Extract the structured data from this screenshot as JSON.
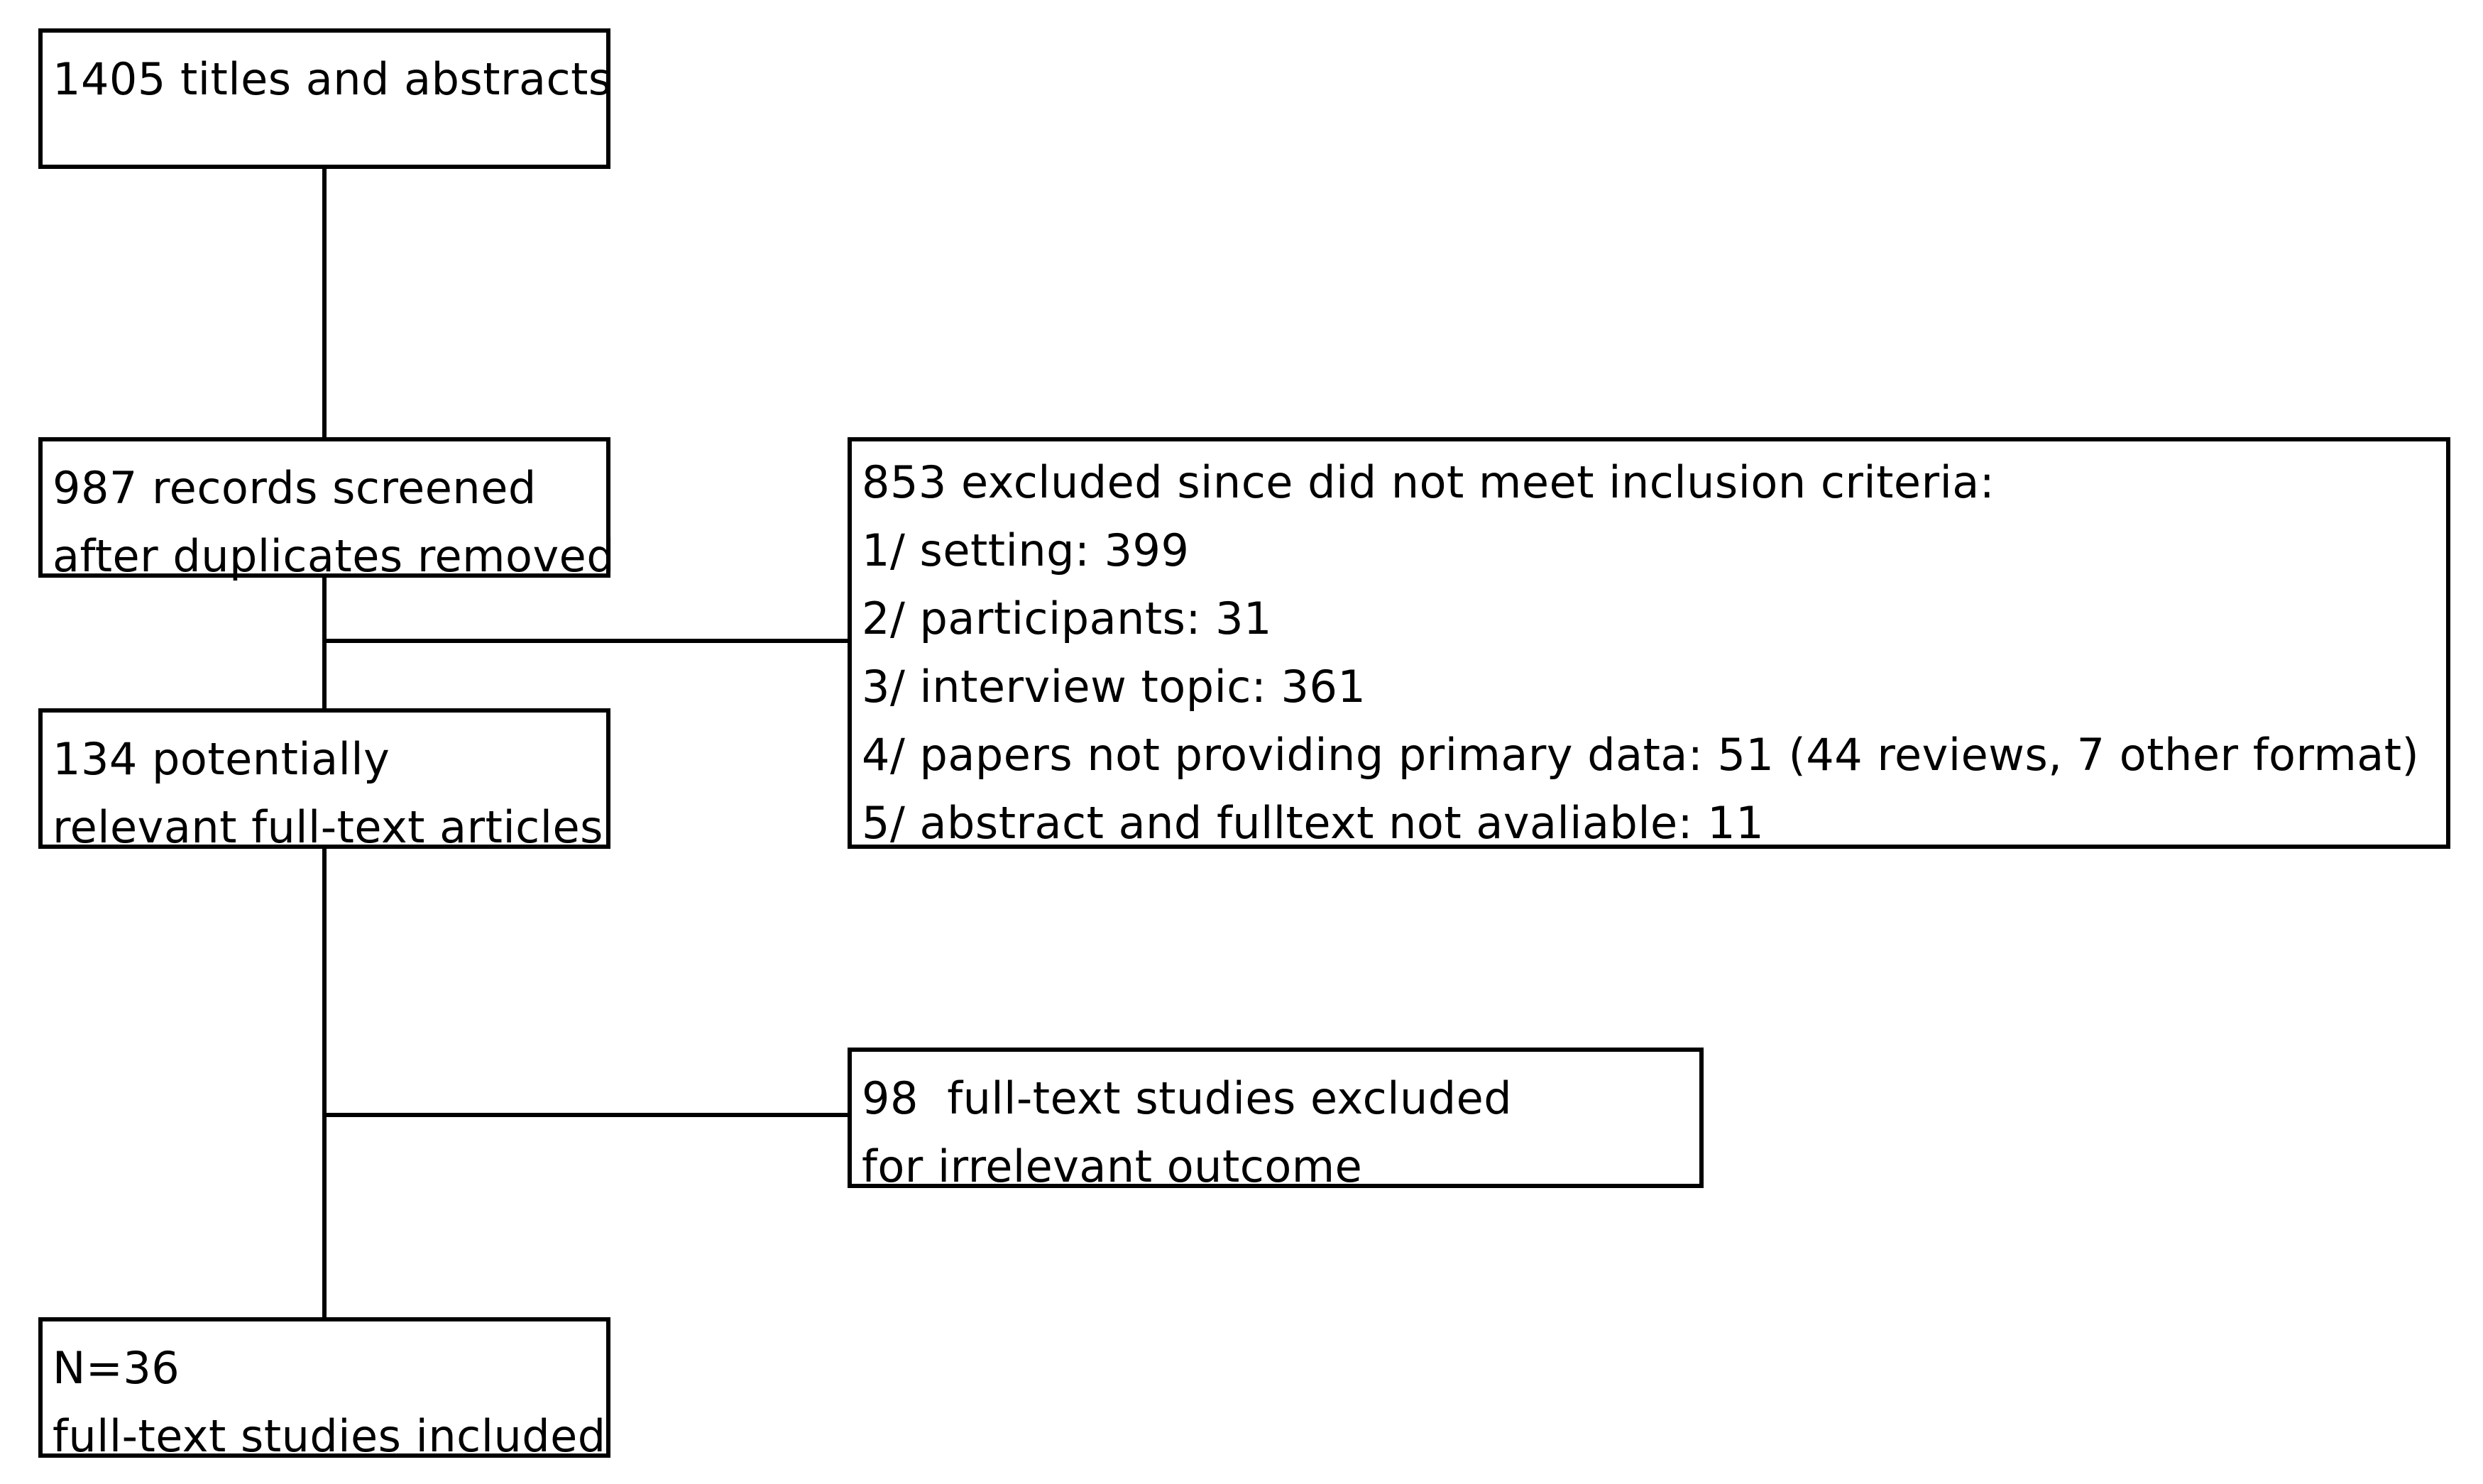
{
  "flowchart": {
    "records_identified": {
      "lines": [
        "1405 titles and abstracts"
      ]
    },
    "records_screened": {
      "lines": [
        "987 records screened",
        "after duplicates removed"
      ]
    },
    "exclusion_criteria": {
      "lines": [
        "853 excluded since did not meet inclusion criteria:",
        "1/ setting: 399",
        "2/ participants: 31",
        "3/ interview topic: 361",
        "4/ papers not providing primary data: 51 (44 reviews, 7 other format)",
        "5/ abstract and fulltext not avaliable: 11"
      ]
    },
    "full_text_assessed": {
      "lines": [
        "134 potentially",
        "relevant full-text articles"
      ]
    },
    "full_text_excluded": {
      "lines": [
        "98  full-text studies excluded",
        "for irrelevant outcome"
      ]
    },
    "studies_included": {
      "lines": [
        "N=36",
        "full-text studies included"
      ]
    }
  },
  "colors": {
    "stroke": "#000000",
    "background": "#ffffff"
  }
}
